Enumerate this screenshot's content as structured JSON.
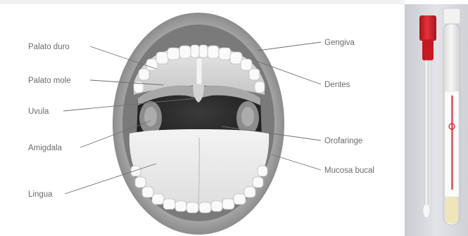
{
  "labels": {
    "palato_duro": "Palato duro",
    "palato_mole": "Palato mole",
    "uvula": "Uvula",
    "amigdala": "Amigdala",
    "lingua": "Lingua",
    "gengiva": "Gengiva",
    "dentes": "Dentes",
    "orofaringe": "Orofaringe",
    "mucosa_bucal": "Mucosa bucal"
  },
  "icons": {
    "mouth": "open-mouth-illustration",
    "swab": "swab-tube-photo"
  },
  "colors": {
    "background": "#ffffff",
    "side_panel": "#dcdde1",
    "cap_red": "#d6202a",
    "label_text": "#6b6b6b"
  }
}
